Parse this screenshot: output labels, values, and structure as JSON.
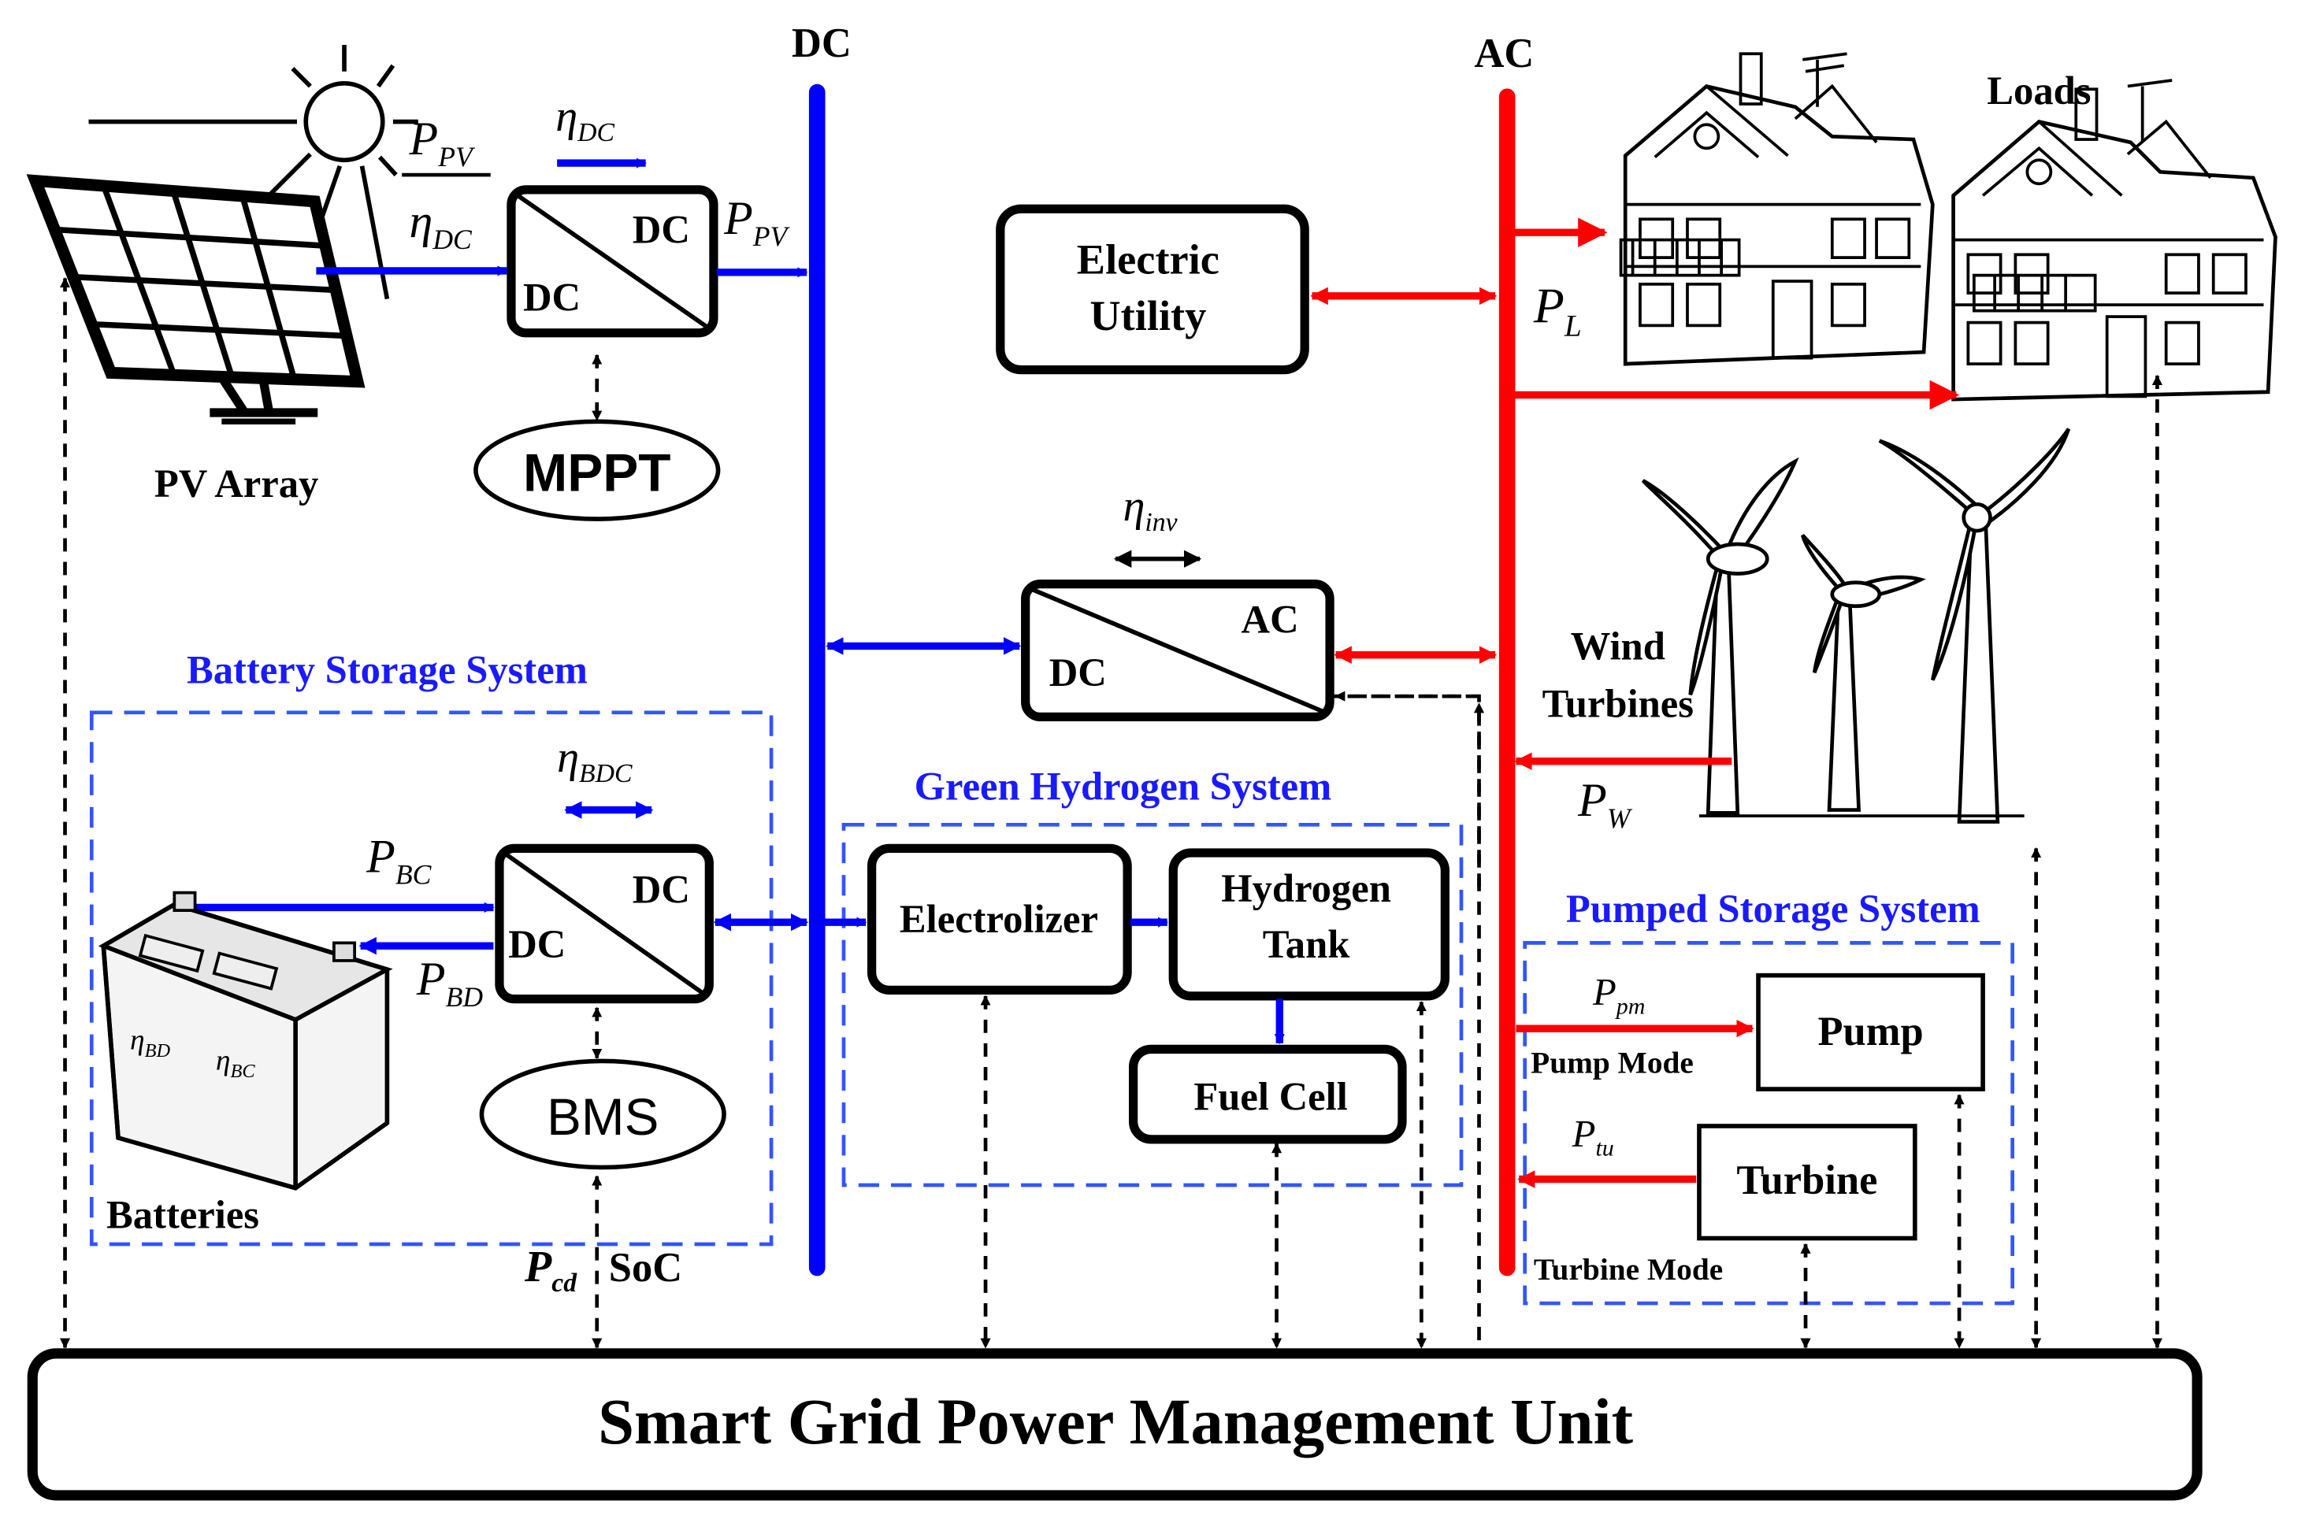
{
  "buses": {
    "dc": "DC",
    "ac": "AC"
  },
  "pv": {
    "label": "PV Array",
    "p_pv_frac_num": "P",
    "p_pv_frac_num_sub": "PV",
    "eta_dc_frac": "η",
    "eta_dc_frac_sub": "DC",
    "eta_dc_top": "η",
    "eta_dc_top_sub": "DC",
    "p_pv_out": "P",
    "p_pv_out_sub": "PV"
  },
  "dcdc_pv": {
    "in_label": "DC",
    "out_label": "DC"
  },
  "mppt": {
    "label": "MPPT"
  },
  "utility": {
    "line1": "Electric",
    "line2": "Utility"
  },
  "loads": {
    "label": "Loads",
    "p_l": "P",
    "p_l_sub": "L"
  },
  "inverter": {
    "dc_label": "DC",
    "ac_label": "AC",
    "eta": "η",
    "eta_sub": "inv"
  },
  "wind": {
    "line1": "Wind",
    "line2": "Turbines",
    "p_w": "P",
    "p_w_sub": "W"
  },
  "battery_system": {
    "title": "Battery Storage System",
    "eta_bdc": "η",
    "eta_bdc_sub": "BDC",
    "p_bc": "P",
    "p_bc_sub": "BC",
    "p_bd": "P",
    "p_bd_sub": "BD",
    "converter_in": "DC",
    "converter_out": "DC",
    "eta_bd": "η",
    "eta_bd_sub": "BD",
    "eta_bc": "η",
    "eta_bc_sub": "BC",
    "batteries_label": "Batteries",
    "bms_label": "BMS",
    "p_cd": "P",
    "p_cd_sub": "cd",
    "soc": "SoC"
  },
  "hydrogen_system": {
    "title": "Green Hydrogen System",
    "electrolizer": "Electrolizer",
    "tank_line1": "Hydrogen",
    "tank_line2": "Tank",
    "fuel_cell": "Fuel Cell"
  },
  "pumped_system": {
    "title": "Pumped Storage System",
    "p_pm": "P",
    "p_pm_sub": "pm",
    "pump_mode": "Pump Mode",
    "pump": "Pump",
    "p_tu": "P",
    "p_tu_sub": "tu",
    "turbine": "Turbine",
    "turbine_mode": "Turbine Mode"
  },
  "pmu": {
    "label": "Smart Grid Power Management Unit"
  },
  "colors": {
    "dc_bus": "#0000ff",
    "ac_bus": "#ff0000",
    "group_title": "#1a1aff"
  }
}
